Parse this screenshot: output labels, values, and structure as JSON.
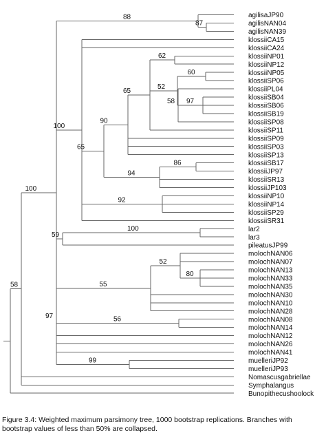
{
  "tree": {
    "leaves": [
      "agilisaJP90",
      "agilisNAN04",
      "agilisNAN39",
      "klossiiCA15",
      "klossiiCA24",
      "klossiiNP01",
      "klossiiNP12",
      "klossiiNP05",
      "klossiiSP06",
      "klossiiPL04",
      "klossiiSB04",
      "klossiiSB06",
      "klossiiSB19",
      "klossiiSP08",
      "klossiiSP11",
      "klossiiSP09",
      "klossiiSP03",
      "klossiiSP13",
      "klossiiSB17",
      "klossiiJP97",
      "klossiiSR13",
      "klossiiJP103",
      "klossiiNP10",
      "klossiiNP14",
      "klossiiSP29",
      "klossiiSR31",
      "lar2",
      "lar3",
      "pileatusJP99",
      "molochNAN06",
      "molochNAN07",
      "molochNAN13",
      "molochNAN33",
      "molochNAN35",
      "molochNAN30",
      "molochNAN10",
      "molochNAN28",
      "molochNAN08",
      "molochNAN14",
      "molochNAN12",
      "molochNAN26",
      "molochNAN41",
      "muelleriJP92",
      "muelleriJP93",
      "Nomascusgabriellae",
      "Symphalangus",
      "Bunopithecushoolock"
    ],
    "nodes": [
      {
        "id": "agilis_sub",
        "children": [
          "L1",
          "L2"
        ],
        "support": "87"
      },
      {
        "id": "agilis",
        "children": [
          "L0",
          "agilis_sub"
        ],
        "support": "88"
      },
      {
        "id": "np01",
        "children": [
          "L5",
          "L6"
        ],
        "support": "62"
      },
      {
        "id": "np05",
        "children": [
          "L7",
          "L8"
        ],
        "support": "60"
      },
      {
        "id": "sb04",
        "children": [
          "L10",
          "L11",
          "L12"
        ],
        "support": "97"
      },
      {
        "id": "pl04",
        "children": [
          "L9",
          "sb04",
          "L13"
        ],
        "support": "58"
      },
      {
        "id": "c52",
        "children": [
          "np05",
          "pl04"
        ],
        "support": "52"
      },
      {
        "id": "c65a",
        "children": [
          "np01",
          "c52",
          "L14"
        ],
        "support": "65"
      },
      {
        "id": "c90",
        "children": [
          "c65a",
          "L15",
          "L16",
          "L17"
        ],
        "support": "90"
      },
      {
        "id": "sb17",
        "children": [
          "L18",
          "L19"
        ],
        "support": "86"
      },
      {
        "id": "c94",
        "children": [
          "sb17",
          "L20",
          "L21"
        ],
        "support": "94"
      },
      {
        "id": "c65b",
        "children": [
          "c90",
          "c94"
        ],
        "support": "65"
      },
      {
        "id": "c92",
        "children": [
          "L22",
          "L23",
          "L24"
        ],
        "support": "92"
      },
      {
        "id": "c100a",
        "children": [
          "L3",
          "L4",
          "c65b",
          "c92",
          "L25"
        ],
        "support": "100"
      },
      {
        "id": "lar",
        "children": [
          "L26",
          "L27"
        ],
        "support": "100"
      },
      {
        "id": "c59",
        "children": [
          "lar",
          "L28"
        ],
        "support": "59"
      },
      {
        "id": "c80",
        "children": [
          "L31",
          "L32",
          "L33"
        ],
        "support": "80"
      },
      {
        "id": "c52b",
        "children": [
          "L29",
          "L30",
          "c80"
        ],
        "support": "52"
      },
      {
        "id": "c55",
        "children": [
          "c52b",
          "L34",
          "L35",
          "L36"
        ],
        "support": "55"
      },
      {
        "id": "c56",
        "children": [
          "L37",
          "L38"
        ],
        "support": "56"
      },
      {
        "id": "c97",
        "children": [
          "c55",
          "c56",
          "L39",
          "L40",
          "L41"
        ],
        "support": "97"
      },
      {
        "id": "c99",
        "children": [
          "L42",
          "L43"
        ],
        "support": "99"
      },
      {
        "id": "c100",
        "children": [
          "agilis",
          "c100a",
          "c59",
          "c97",
          "c99"
        ],
        "support": "100"
      },
      {
        "id": "c58",
        "children": [
          "c100",
          "L44",
          "L45"
        ],
        "support": "58"
      },
      {
        "id": "root",
        "children": [
          "c58",
          "L46"
        ],
        "support": ""
      }
    ]
  },
  "caption": "Figure 3.4: Weighted maximum parsimony tree, 1000 bootstrap replications. Branches with bootstrap values of less than 50% are collapsed."
}
